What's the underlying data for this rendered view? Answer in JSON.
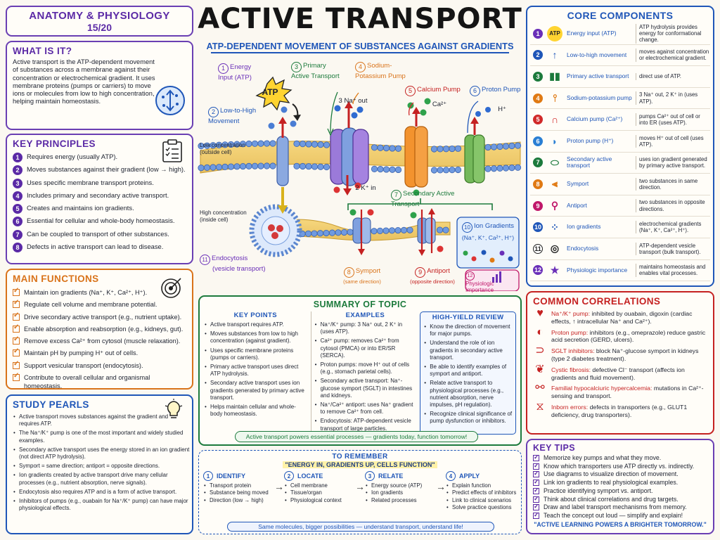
{
  "course": {
    "title": "ANATOMY & PHYSIOLOGY",
    "page": "15/20"
  },
  "header": {
    "title": "ACTIVE TRANSPORT",
    "subtitle": "ATP-DEPENDENT MOVEMENT OF SUBSTANCES AGAINST GRADIENTS"
  },
  "what": {
    "title": "WHAT IS IT?",
    "text": "Active transport is the ATP-dependent movement of substances across a membrane against their concentration or electrochemical gradient. It uses membrane proteins (pumps or carriers) to move ions or molecules from low to high concentration, helping maintain homeostasis."
  },
  "principles": {
    "title": "KEY PRINCIPLES",
    "items": [
      "Requires energy (usually ATP).",
      "Moves substances against their gradient (low → high).",
      "Uses specific membrane transport proteins.",
      "Includes primary and secondary active transport.",
      "Creates and maintains ion gradients.",
      "Essential for cellular and whole-body homeostasis.",
      "Can be coupled to transport of other substances.",
      "Defects in active transport can lead to disease."
    ]
  },
  "functions": {
    "title": "MAIN FUNCTIONS",
    "items": [
      "Maintain ion gradients (Na⁺, K⁺, Ca²⁺, H⁺).",
      "Regulate cell volume and membrane potential.",
      "Drive secondary active transport (e.g., nutrient uptake).",
      "Enable absorption and reabsorption (e.g., kidneys, gut).",
      "Remove excess Ca²⁺ from cytosol (muscle relaxation).",
      "Maintain pH by pumping H⁺ out of cells.",
      "Support vesicular transport (endocytosis).",
      "Contribute to overall cellular and organismal homeostasis."
    ]
  },
  "pearls": {
    "title": "STUDY PEARLS",
    "items": [
      "Active transport moves substances against the gradient and requires ATP.",
      "The Na⁺/K⁺ pump is one of the most important and widely studied examples.",
      "Secondary active transport uses the energy stored in an ion gradient (not direct ATP hydrolysis).",
      "Symport = same direction; antiport = opposite directions.",
      "Ion gradients created by active transport drive many cellular processes (e.g., nutrient absorption, nerve signals).",
      "Endocytosis also requires ATP and is a form of active transport.",
      "Inhibitors of pumps (e.g., ouabain for Na⁺/K⁺ pump) can have major physiological effects."
    ]
  },
  "diagram": {
    "l1": "Energy Input (ATP)",
    "l2": "Low-to-High Movement",
    "l3": "Primary Active Transport",
    "l4": "Sodium-Potassium Pump",
    "l5": "Calcium Pump",
    "l6": "Proton Pump",
    "l7": "Secondary Active Transport",
    "l8": "Symport",
    "l8s": "(same direction)",
    "l9": "Antiport",
    "l9s": "(opposite direction)",
    "l10": "Ion Gradients",
    "l10s": "(Na⁺, K⁺, Ca²⁺, H⁺)",
    "l11": "Endocytosis",
    "l11s": "(vesicle transport)",
    "l12": "Physiologic Importance",
    "atp": "ATP",
    "na_out": "3 Na⁺ out",
    "k_in": "2 K⁺ in",
    "ca": "Ca²⁺",
    "h": "H⁺",
    "low": "Low concentration (outside cell)",
    "high": "High concentration (inside cell)"
  },
  "components": {
    "title": "CORE COMPONENTS",
    "items": [
      {
        "name": "Energy input (ATP)",
        "desc": "ATP hydrolysis provides energy for conformational change.",
        "color": "#6a2fb8"
      },
      {
        "name": "Low-to-high movement",
        "desc": "moves against concentration or electrochemical gradient.",
        "color": "#1f56b8"
      },
      {
        "name": "Primary active transport",
        "desc": "direct use of ATP.",
        "color": "#1c7a3c"
      },
      {
        "name": "Sodium-potassium pump",
        "desc": "3 Na⁺ out, 2 K⁺ in (uses ATP).",
        "color": "#e07a14"
      },
      {
        "name": "Calcium pump (Ca²⁺)",
        "desc": "pumps Ca²⁺ out of cell or into ER (uses ATP).",
        "color": "#d12a2a"
      },
      {
        "name": "Proton pump (H⁺)",
        "desc": "moves H⁺ out of cell (uses ATP).",
        "color": "#2a7fd4"
      },
      {
        "name": "Secondary active transport",
        "desc": "uses ion gradient generated by primary active transport.",
        "color": "#1c7a3c"
      },
      {
        "name": "Symport",
        "desc": "two substances in same direction.",
        "color": "#e07a14"
      },
      {
        "name": "Antiport",
        "desc": "two substances in opposite directions.",
        "color": "#c0186a"
      },
      {
        "name": "Ion gradients",
        "desc": "electrochemical gradients (Na⁺, K⁺, Ca²⁺, H⁺).",
        "color": "#1f56b8"
      },
      {
        "name": "Endocytosis",
        "desc": "ATP-dependent vesicle transport (bulk transport).",
        "color": "#222222"
      },
      {
        "name": "Physiologic importance",
        "desc": "maintains homeostasis and enables vital processes.",
        "color": "#6a2fb8"
      }
    ]
  },
  "correlations": {
    "title": "COMMON CORRELATIONS",
    "items": [
      {
        "t": "Na⁺/K⁺ pump:",
        "d": "inhibited by ouabain, digoxin (cardiac effects, ↑ intracellular Na⁺ and Ca²⁺)."
      },
      {
        "t": "Proton pump:",
        "d": "inhibitors (e.g., omeprazole) reduce gastric acid secretion (GERD, ulcers)."
      },
      {
        "t": "SGLT inhibitors:",
        "d": "block Na⁺-glucose symport in kidneys (type 2 diabetes treatment)."
      },
      {
        "t": "Cystic fibrosis:",
        "d": "defective Cl⁻ transport (affects ion gradients and fluid movement)."
      },
      {
        "t": "Familial hypocalciuric hypercalcemia:",
        "d": "mutations in Ca²⁺-sensing and transport."
      },
      {
        "t": "Inborn errors:",
        "d": "defects in transporters (e.g., GLUT1 deficiency, drug transporters)."
      }
    ]
  },
  "tips": {
    "title": "KEY TIPS",
    "items": [
      "Memorize key pumps and what they move.",
      "Know which transporters use ATP directly vs. indirectly.",
      "Use diagrams to visualize direction of movement.",
      "Link ion gradients to real physiological examples.",
      "Practice identifying symport vs. antiport.",
      "Think about clinical correlations and drug targets.",
      "Draw and label transport mechanisms from memory.",
      "Teach the concept out loud — simplify and explain!"
    ],
    "quote": "\"ACTIVE LEARNING POWERS A BRIGHTER TOMORROW.\""
  },
  "summary": {
    "title": "SUMMARY OF TOPIC",
    "kp_title": "KEY POINTS",
    "kp": [
      "Active transport requires ATP.",
      "Moves substances from low to high concentration (against gradient).",
      "Uses specific membrane proteins (pumps or carriers).",
      "Primary active transport uses direct ATP hydrolysis.",
      "Secondary active transport uses ion gradients generated by primary active transport.",
      "Helps maintain cellular and whole-body homeostasis."
    ],
    "ex_title": "EXAMPLES",
    "ex": [
      "Na⁺/K⁺ pump: 3 Na⁺ out, 2 K⁺ in (uses ATP).",
      "Ca²⁺ pump: removes Ca²⁺ from cytosol (PMCA) or into ER/SR (SERCA).",
      "Proton pumps: move H⁺ out of cells (e.g., stomach parietal cells).",
      "Secondary active transport: Na⁺-glucose symport (SGLT) in intestines and kidneys.",
      "Na⁺/Ca²⁺ antiport: uses Na⁺ gradient to remove Ca²⁺ from cell.",
      "Endocytosis: ATP-dependent vesicle transport of large particles."
    ],
    "hy_title": "HIGH-YIELD REVIEW",
    "hy": [
      "Know the direction of movement for major pumps.",
      "Understand the role of ion gradients in secondary active transport.",
      "Be able to identify examples of symport and antiport.",
      "Relate active transport to physiological processes (e.g., nutrient absorption, nerve impulses, pH regulation).",
      "Recognize clinical significance of pump dysfunction or inhibitors."
    ],
    "footer": "Active transport powers essential processes — gradients today, function tomorrow!"
  },
  "remember": {
    "title": "TO REMEMBER",
    "motto": "\"ENERGY IN, GRADIENTS UP, CELLS FUNCTION\"",
    "steps": [
      {
        "n": "1",
        "t": "IDENTIFY",
        "i": [
          "Transport protein",
          "Substance being moved",
          "Direction (low → high)"
        ]
      },
      {
        "n": "2",
        "t": "LOCATE",
        "i": [
          "Cell membrane",
          "Tissue/organ",
          "Physiological context"
        ]
      },
      {
        "n": "3",
        "t": "RELATE",
        "i": [
          "Energy source (ATP)",
          "Ion gradients",
          "Related processes"
        ]
      },
      {
        "n": "4",
        "t": "APPLY",
        "i": [
          "Explain function",
          "Predict effects of inhibitors",
          "Link to clinical scenarios",
          "Solve practice questions"
        ]
      }
    ],
    "footer": "Same molecules, bigger possibilities — understand transport, understand life!"
  }
}
